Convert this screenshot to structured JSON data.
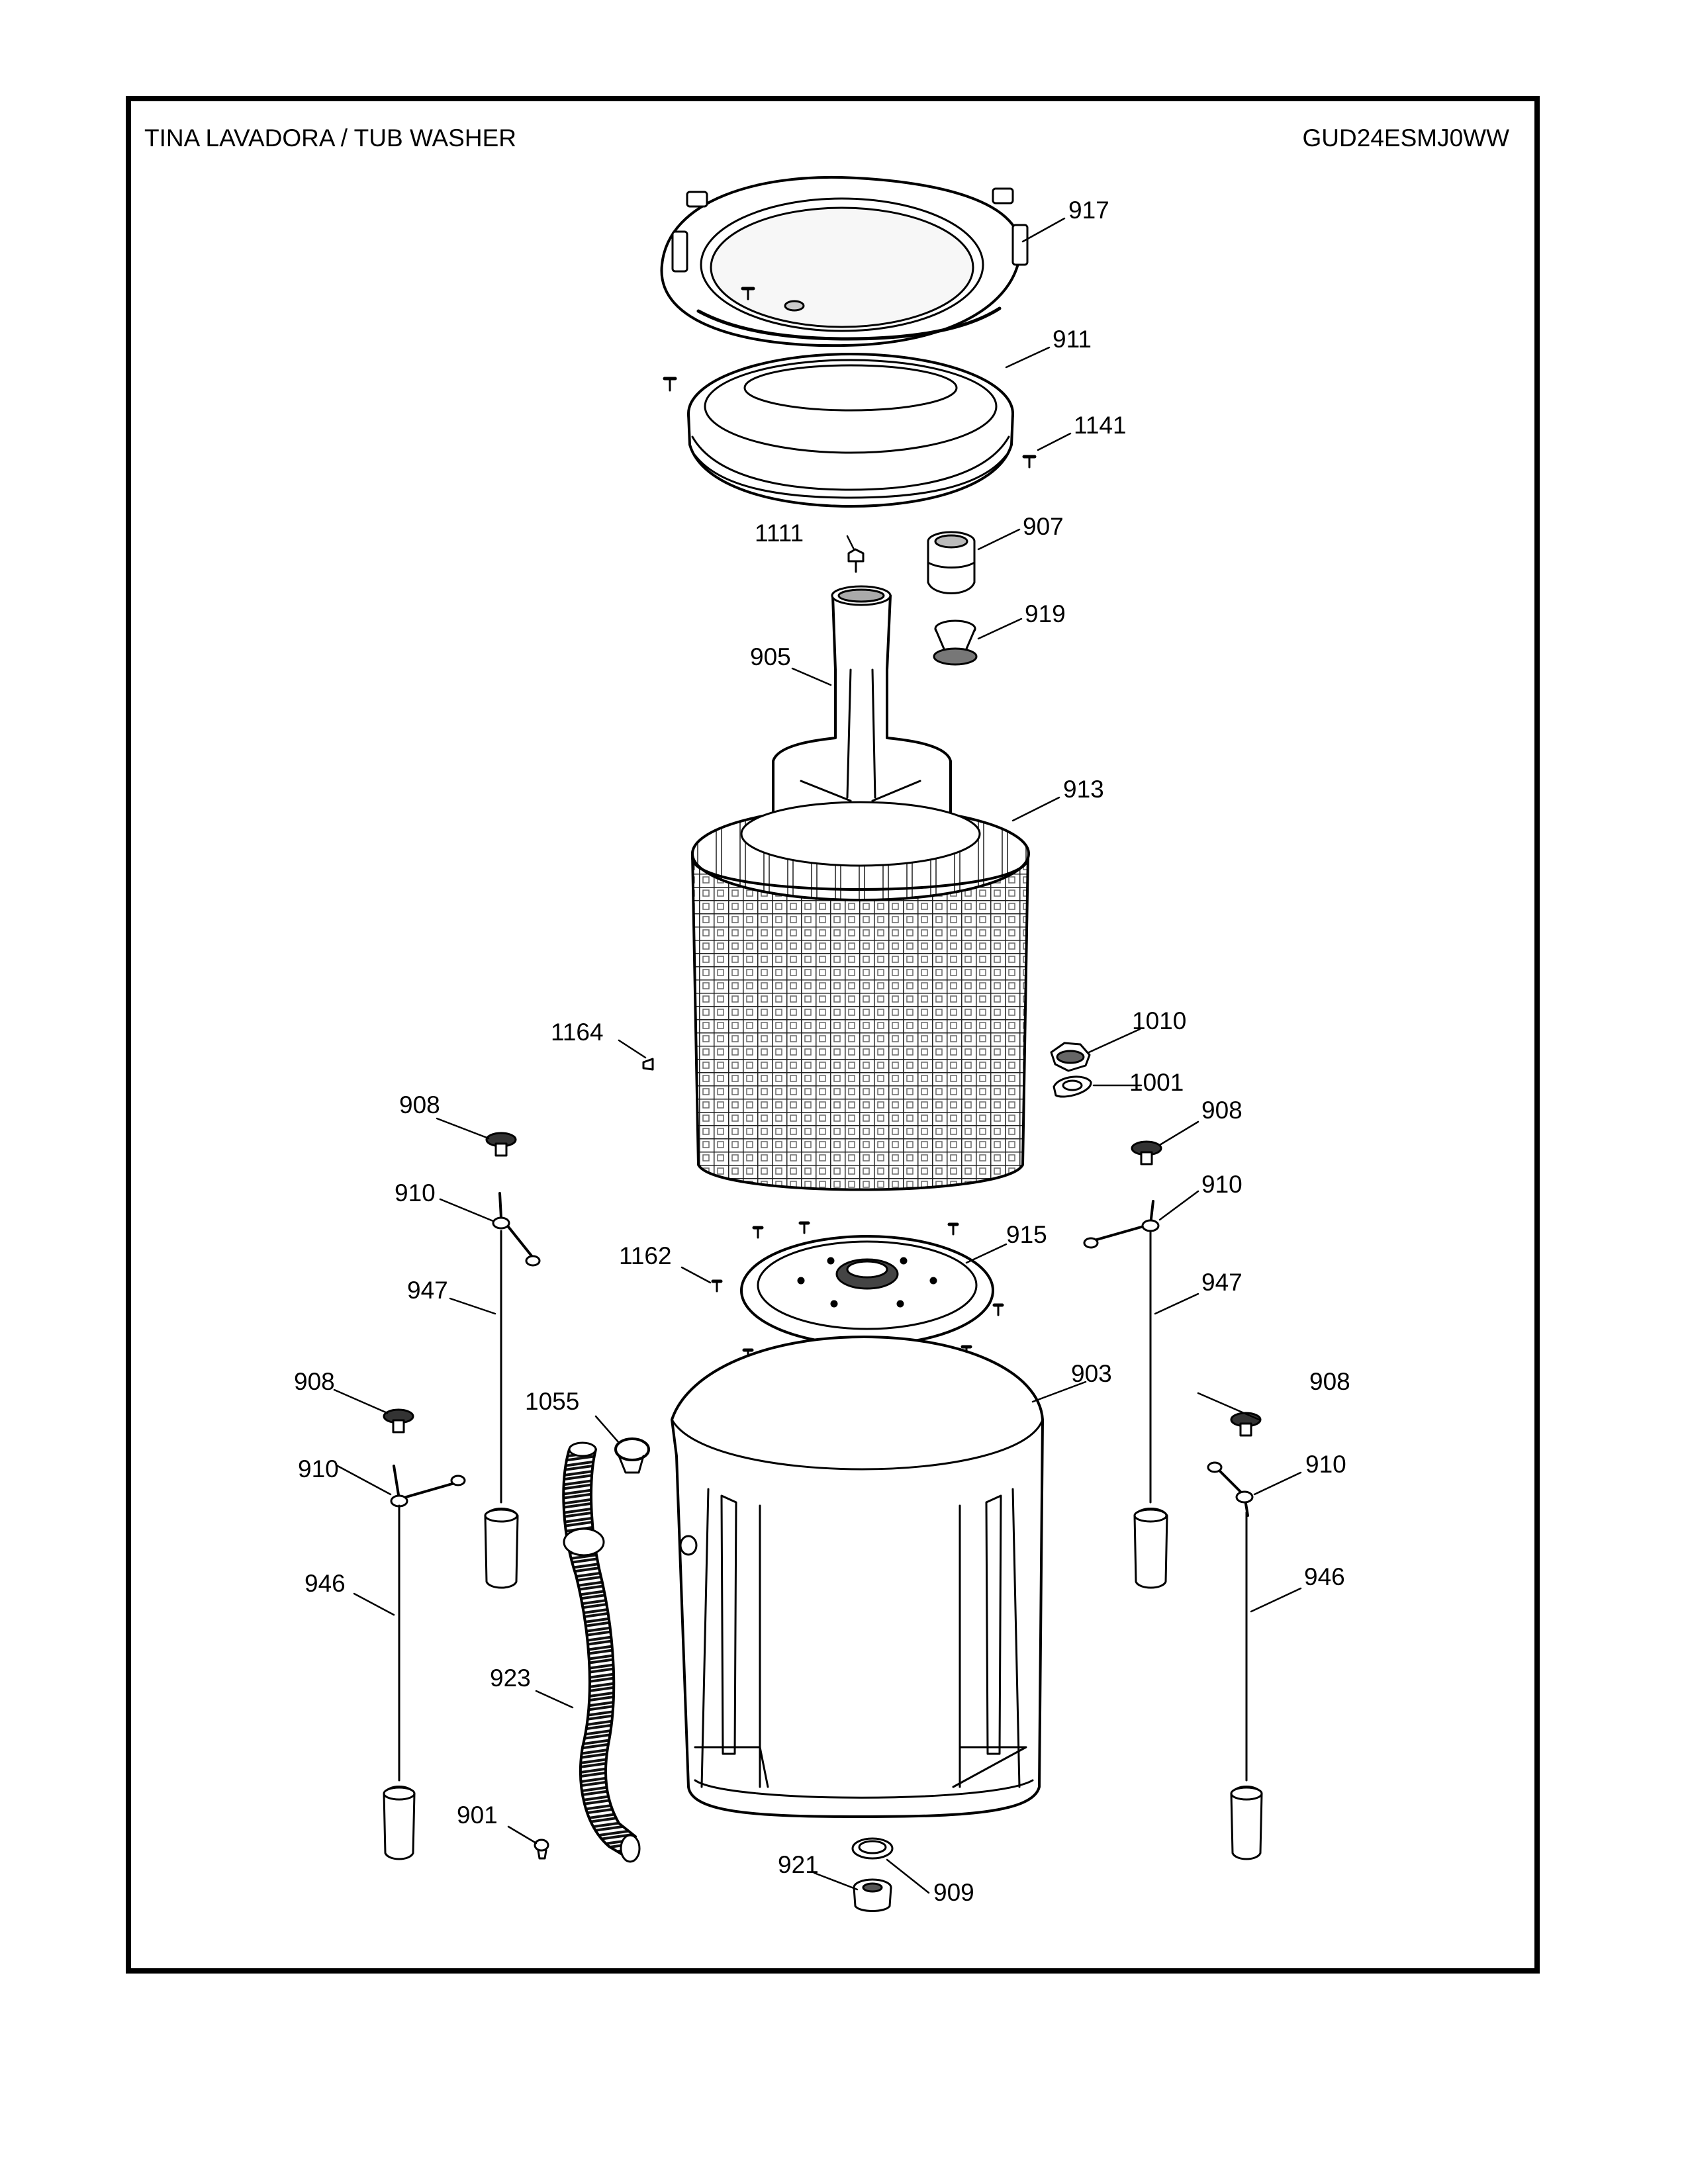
{
  "header": {
    "title": "TINA LAVADORA / TUB WASHER",
    "model": "GUD24ESMJ0WW"
  },
  "callouts": {
    "c917": "917",
    "c911": "911",
    "c1141": "1141",
    "c1111": "1111",
    "c907": "907",
    "c919": "919",
    "c905": "905",
    "c913": "913",
    "c1164": "1164",
    "c1010": "1010",
    "c1001": "1001",
    "c908_upper_left": "908",
    "c908_upper_right": "908",
    "c910_upper_left": "910",
    "c910_upper_right": "910",
    "c915": "915",
    "c1162": "1162",
    "c947_left": "947",
    "c947_right": "947",
    "c903": "903",
    "c908_lower_left": "908",
    "c908_lower_right": "908",
    "c1055": "1055",
    "c910_lower_left": "910",
    "c910_lower_right": "910",
    "c946_left": "946",
    "c946_right": "946",
    "c923": "923",
    "c901": "901",
    "c921": "921",
    "c909": "909"
  }
}
